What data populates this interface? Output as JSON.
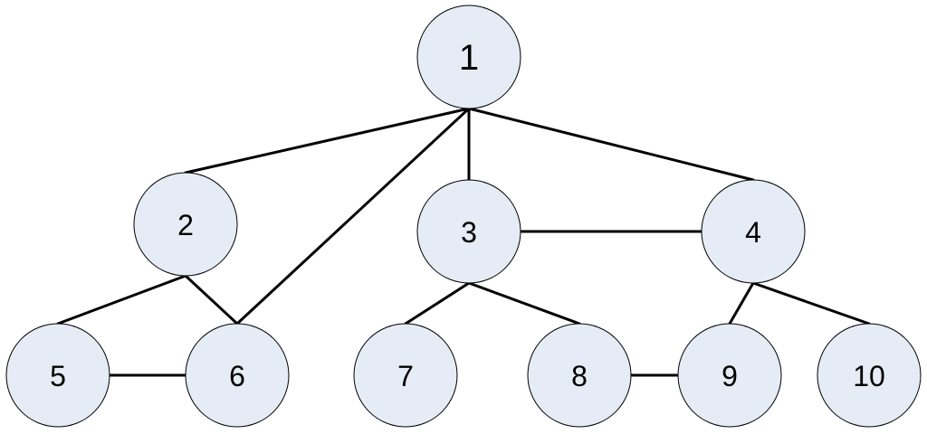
{
  "graph": {
    "node_fill": "#e6ecf5",
    "node_stroke": "#000000",
    "edge_color": "#000000",
    "nodes": [
      {
        "id": "1",
        "label": "1"
      },
      {
        "id": "2",
        "label": "2"
      },
      {
        "id": "3",
        "label": "3"
      },
      {
        "id": "4",
        "label": "4"
      },
      {
        "id": "5",
        "label": "5"
      },
      {
        "id": "6",
        "label": "6"
      },
      {
        "id": "7",
        "label": "7"
      },
      {
        "id": "8",
        "label": "8"
      },
      {
        "id": "9",
        "label": "9"
      },
      {
        "id": "10",
        "label": "10"
      }
    ],
    "edges": [
      {
        "from": "1",
        "to": "2"
      },
      {
        "from": "1",
        "to": "6"
      },
      {
        "from": "1",
        "to": "3"
      },
      {
        "from": "1",
        "to": "4"
      },
      {
        "from": "3",
        "to": "4"
      },
      {
        "from": "2",
        "to": "5"
      },
      {
        "from": "2",
        "to": "6"
      },
      {
        "from": "5",
        "to": "6"
      },
      {
        "from": "3",
        "to": "7"
      },
      {
        "from": "3",
        "to": "8"
      },
      {
        "from": "4",
        "to": "9"
      },
      {
        "from": "4",
        "to": "10"
      },
      {
        "from": "8",
        "to": "9"
      }
    ]
  }
}
